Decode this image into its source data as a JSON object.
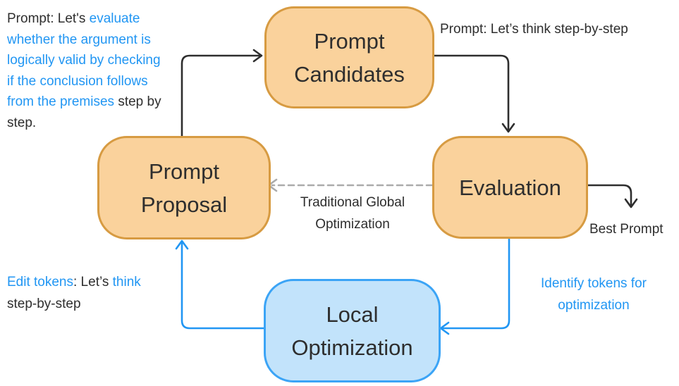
{
  "title": "Local prompt optimization loop diagram",
  "colors": {
    "accent_blue": "#2196F3",
    "text_dark": "#2E2E2E",
    "node_orange_fill": "#FAD29C",
    "node_orange_border": "#D79B42",
    "node_blue_fill": "#C2E3FB",
    "node_blue_border": "#3BA4F6",
    "dashed_gray": "#ABABAB"
  },
  "nodes": {
    "candidates": {
      "label_lines": [
        "Prompt",
        "Candidates"
      ]
    },
    "proposal": {
      "label_lines": [
        "Prompt",
        "Proposal"
      ]
    },
    "evaluation": {
      "label_lines": [
        "Evaluation"
      ]
    },
    "local": {
      "label_lines": [
        "Local",
        "Optimization"
      ]
    }
  },
  "annotations": {
    "top_left": {
      "lines": [
        [
          {
            "t": "Prompt: Let's ",
            "c": "dark"
          },
          {
            "t": "evaluate",
            "c": "blue"
          }
        ],
        [
          {
            "t": "whether the argument is",
            "c": "blue"
          }
        ],
        [
          {
            "t": "logically valid by checking",
            "c": "blue"
          }
        ],
        [
          {
            "t": "if the conclusion follows",
            "c": "blue"
          }
        ],
        [
          {
            "t": "from the premises",
            "c": "blue"
          },
          {
            "t": " step by",
            "c": "dark"
          }
        ],
        [
          {
            "t": "step.",
            "c": "dark"
          }
        ]
      ]
    },
    "top_right": {
      "text": "Prompt: Let’s think step-by-step"
    },
    "traditional": {
      "lines": [
        "Traditional Global",
        "Optimization"
      ]
    },
    "best_prompt": {
      "text": "Best Prompt"
    },
    "identify": {
      "lines": [
        "Identify tokens for",
        "optimization"
      ]
    },
    "edit_tokens": {
      "lines": [
        [
          {
            "t": "Edit tokens",
            "c": "blue"
          },
          {
            "t": ": Let’s ",
            "c": "dark"
          },
          {
            "t": "think",
            "c": "blue"
          }
        ],
        [
          {
            "t": "step-by-step",
            "c": "dark"
          }
        ]
      ]
    }
  },
  "arrows": [
    {
      "name": "proposal-to-candidates",
      "color": "dark",
      "style": "solid"
    },
    {
      "name": "candidates-to-evaluation",
      "color": "dark",
      "style": "solid"
    },
    {
      "name": "evaluation-to-best-prompt",
      "color": "dark",
      "style": "solid"
    },
    {
      "name": "evaluation-to-proposal-traditional",
      "color": "gray",
      "style": "dashed"
    },
    {
      "name": "evaluation-to-local",
      "color": "blue",
      "style": "solid"
    },
    {
      "name": "local-to-proposal",
      "color": "blue",
      "style": "solid"
    }
  ]
}
